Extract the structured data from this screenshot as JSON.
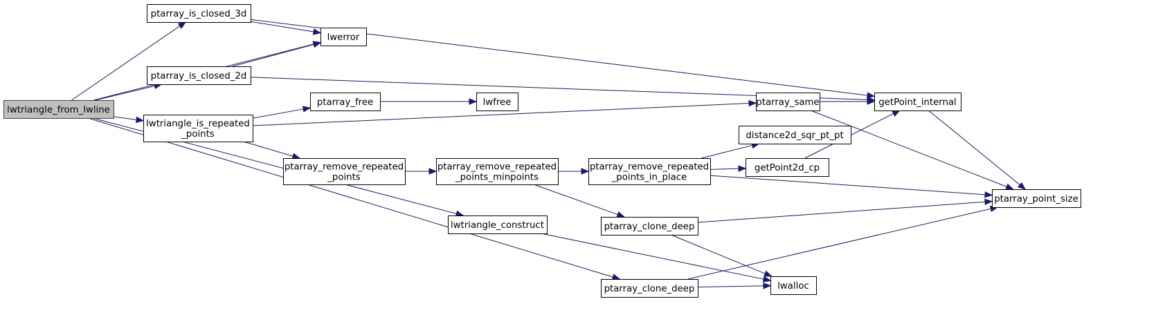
{
  "graph": {
    "title": "Call graph of lwtriangle_from_lwline",
    "colors": {
      "edge": "#191970",
      "root_fill": "#bfbfbf",
      "node_fill": "#ffffff",
      "border": "#000000"
    },
    "nodes": [
      {
        "id": "root",
        "lines": [
          "lwtriangle_from_lwline"
        ],
        "root": true
      },
      {
        "id": "closed3d",
        "lines": [
          "ptarray_is_closed_3d"
        ]
      },
      {
        "id": "lwerror",
        "lines": [
          "lwerror"
        ]
      },
      {
        "id": "closed2d",
        "lines": [
          "ptarray_is_closed_2d"
        ]
      },
      {
        "id": "isrep",
        "lines": [
          "lwtriangle_is_repeated",
          "_points"
        ]
      },
      {
        "id": "pafree",
        "lines": [
          "ptarray_free"
        ]
      },
      {
        "id": "lwfree",
        "lines": [
          "lwfree"
        ]
      },
      {
        "id": "remrep",
        "lines": [
          "ptarray_remove_repeated",
          "_points"
        ]
      },
      {
        "id": "remrepmin",
        "lines": [
          "ptarray_remove_repeated",
          "_points_minpoints"
        ]
      },
      {
        "id": "remrepinplace",
        "lines": [
          "ptarray_remove_repeated",
          "_points_in_place"
        ]
      },
      {
        "id": "construct",
        "lines": [
          "lwtriangle_construct"
        ]
      },
      {
        "id": "clonedeep1",
        "lines": [
          "ptarray_clone_deep"
        ]
      },
      {
        "id": "clonedeep2",
        "lines": [
          "ptarray_clone_deep"
        ]
      },
      {
        "id": "pasame",
        "lines": [
          "ptarray_same"
        ]
      },
      {
        "id": "getpointint",
        "lines": [
          "getPoint_internal"
        ]
      },
      {
        "id": "dist2d",
        "lines": [
          "distance2d_sqr_pt_pt"
        ]
      },
      {
        "id": "getpoint2d",
        "lines": [
          "getPoint2d_cp"
        ]
      },
      {
        "id": "ptsize",
        "lines": [
          "ptarray_point_size"
        ]
      },
      {
        "id": "lwalloc",
        "lines": [
          "lwalloc"
        ]
      }
    ],
    "edges": [
      [
        "root",
        "closed3d"
      ],
      [
        "root",
        "lwerror"
      ],
      [
        "root",
        "closed2d"
      ],
      [
        "root",
        "isrep"
      ],
      [
        "root",
        "construct"
      ],
      [
        "root",
        "clonedeep2"
      ],
      [
        "closed3d",
        "lwerror"
      ],
      [
        "closed3d",
        "getpointint"
      ],
      [
        "closed2d",
        "lwerror"
      ],
      [
        "closed2d",
        "getpointint"
      ],
      [
        "isrep",
        "pafree"
      ],
      [
        "isrep",
        "pasame"
      ],
      [
        "isrep",
        "remrep"
      ],
      [
        "pafree",
        "lwfree"
      ],
      [
        "remrep",
        "remrepmin"
      ],
      [
        "remrepmin",
        "remrepinplace"
      ],
      [
        "remrepmin",
        "clonedeep1"
      ],
      [
        "remrepinplace",
        "dist2d"
      ],
      [
        "remrepinplace",
        "getpoint2d"
      ],
      [
        "remrepinplace",
        "ptsize"
      ],
      [
        "pasame",
        "getpointint"
      ],
      [
        "pasame",
        "ptsize"
      ],
      [
        "getpoint2d",
        "getpointint"
      ],
      [
        "getpointint",
        "ptsize"
      ],
      [
        "clonedeep1",
        "ptsize"
      ],
      [
        "clonedeep1",
        "lwalloc"
      ],
      [
        "construct",
        "lwalloc"
      ],
      [
        "clonedeep2",
        "lwalloc"
      ],
      [
        "clonedeep2",
        "ptsize"
      ]
    ]
  }
}
